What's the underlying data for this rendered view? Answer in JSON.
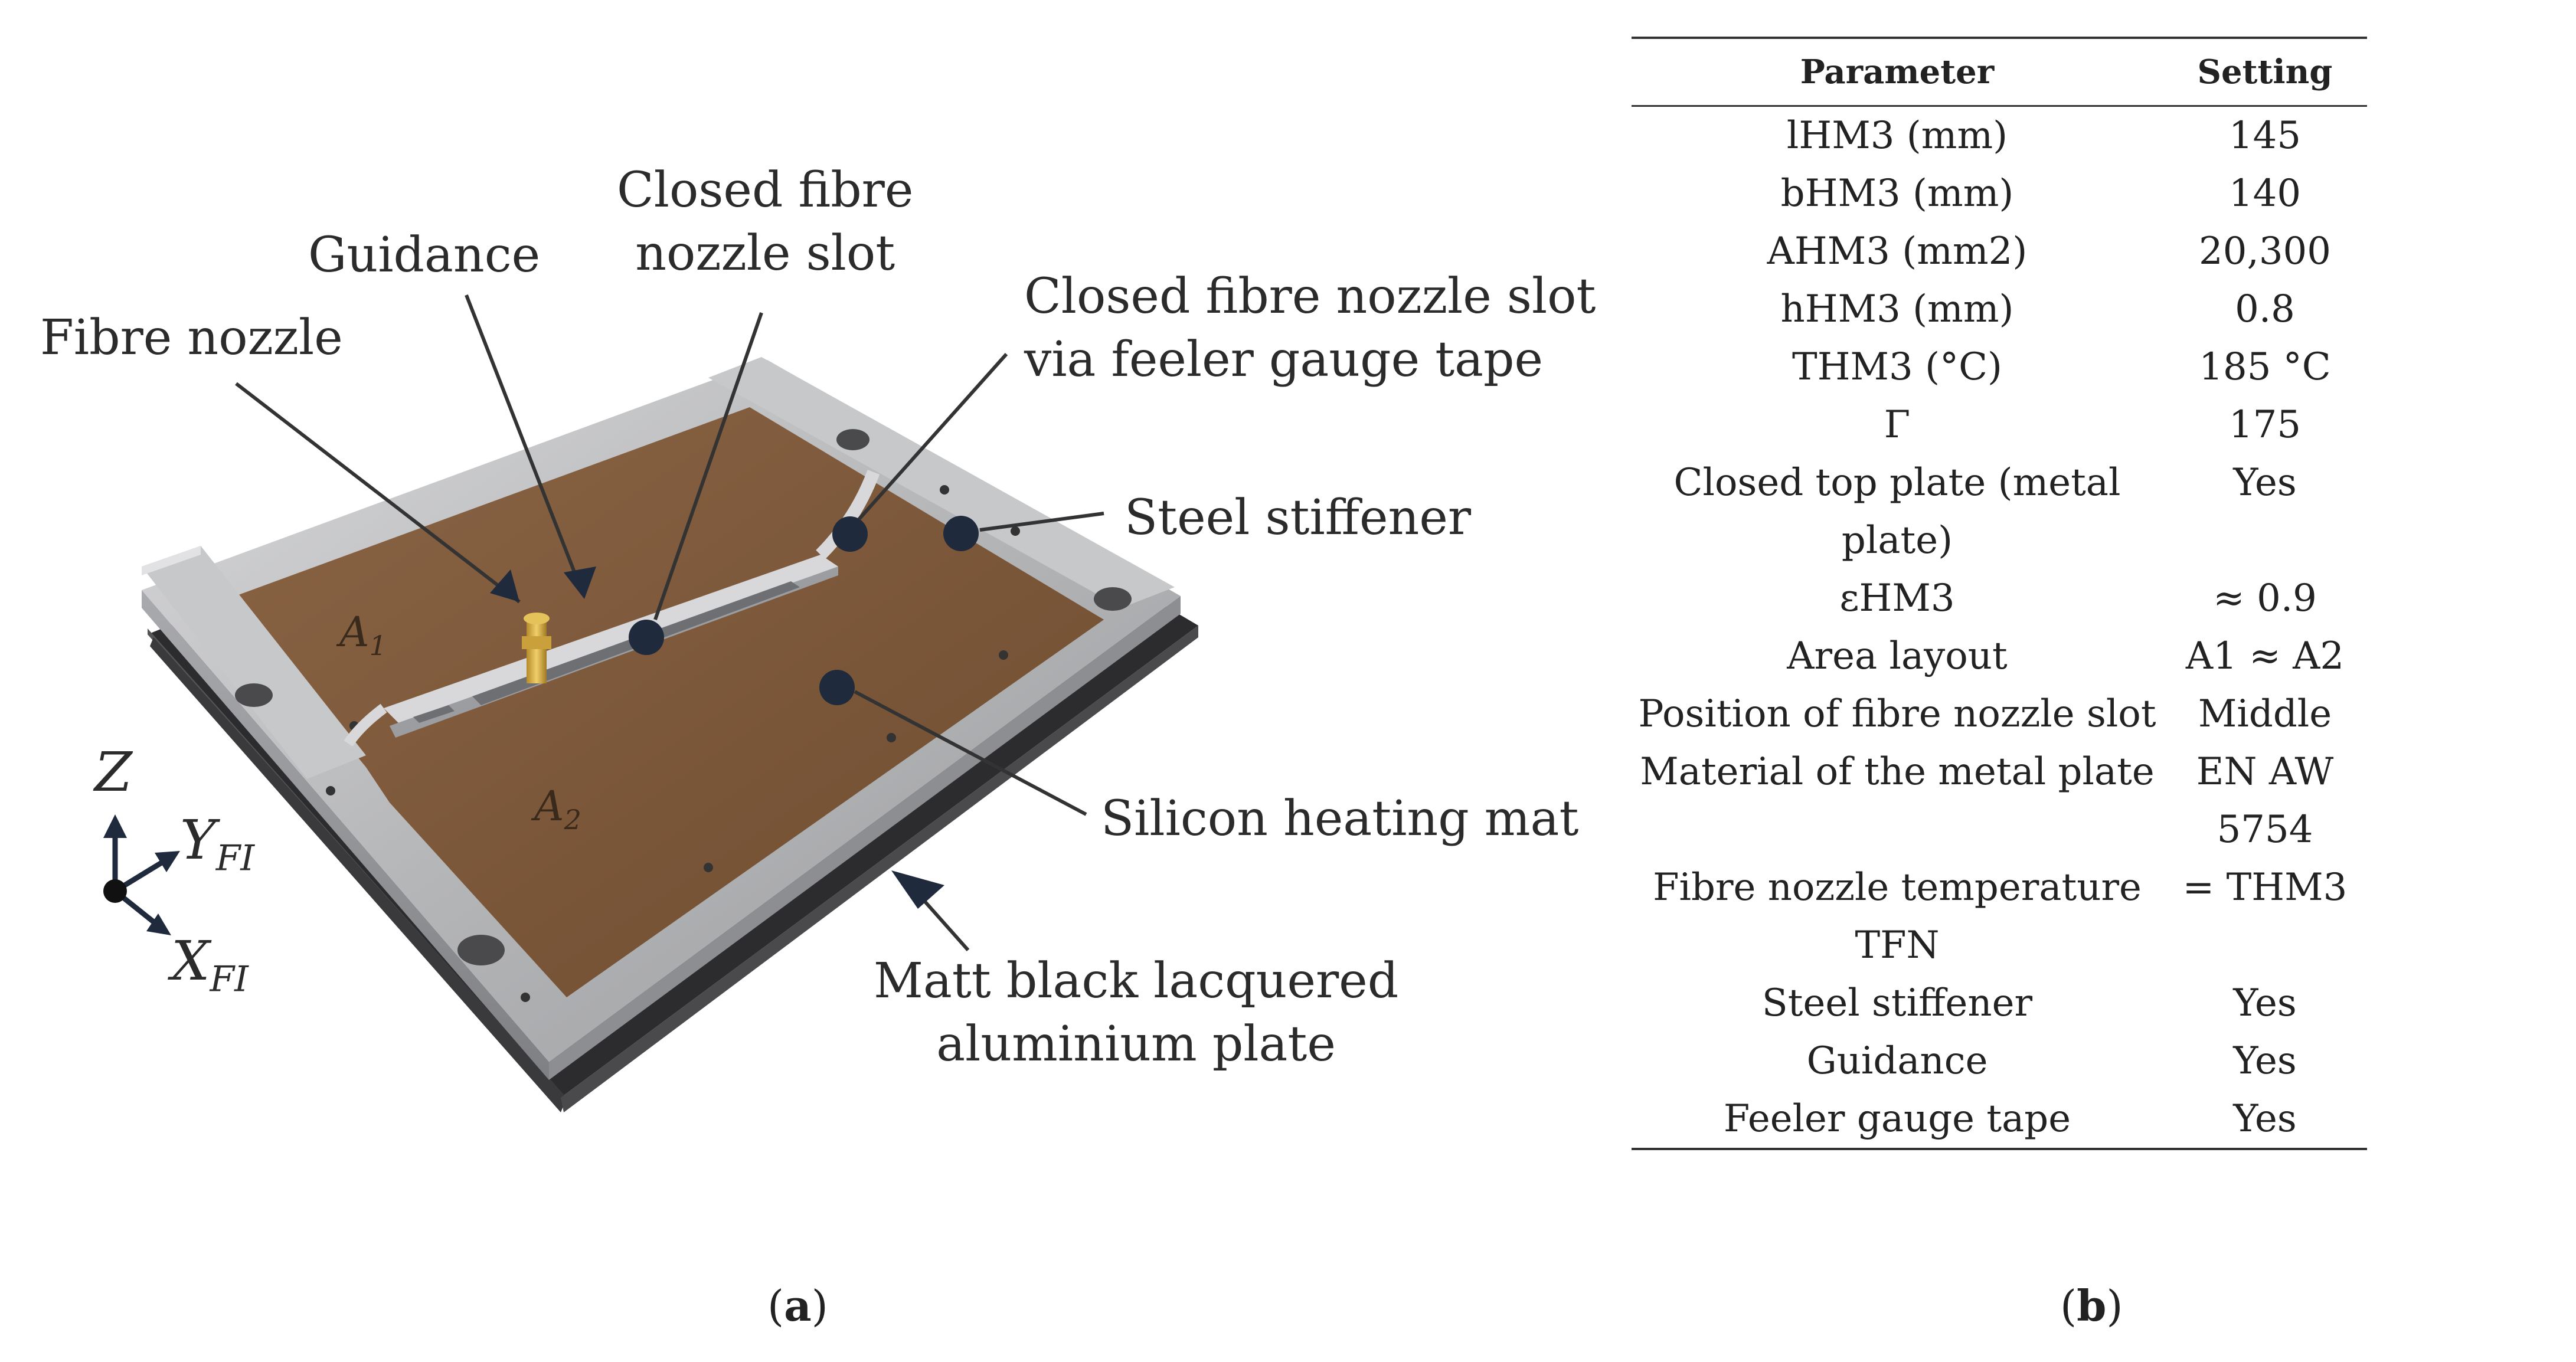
{
  "panel_a": {
    "labels": {
      "closed_fibre_nozzle_slot": [
        "Closed fibre",
        "nozzle slot"
      ],
      "guidance": "Guidance",
      "fibre_nozzle": "Fibre nozzle",
      "closed_slot_feeler_gauge": [
        "Closed fibre nozzle slot",
        "via feeler gauge tape"
      ],
      "steel_stiffener": "Steel stiffener",
      "silicon_heating_mat": "Silicon heating mat",
      "aluminium_plate": [
        "Matt black lacquered",
        "aluminium plate"
      ]
    },
    "areas": {
      "a1": {
        "base": "A",
        "sub": "1"
      },
      "a2": {
        "base": "A",
        "sub": "2"
      }
    },
    "axes": {
      "z": "Z",
      "y": {
        "base": "Y",
        "sub": "FI"
      },
      "x": {
        "base": "X",
        "sub": "FI"
      }
    }
  },
  "panel_b": {
    "header": {
      "parameter": "Parameter",
      "setting": "Setting"
    },
    "rows": [
      {
        "parameter": "lHM3 (mm)",
        "setting": "145"
      },
      {
        "parameter": "bHM3 (mm)",
        "setting": "140"
      },
      {
        "parameter": "AHM3 (mm2)",
        "setting": "20,300"
      },
      {
        "parameter": "hHM3 (mm)",
        "setting": "0.8"
      },
      {
        "parameter": "THM3 (°C)",
        "setting": "185 °C"
      },
      {
        "parameter": "Γ",
        "setting": "175"
      },
      {
        "parameter": "Closed top plate (metal plate)",
        "setting": "Yes"
      },
      {
        "parameter": "εHM3",
        "setting": "≈ 0.9"
      },
      {
        "parameter": "Area layout",
        "setting": "A1 ≈ A2"
      },
      {
        "parameter": "Position of fibre nozzle slot",
        "setting": "Middle"
      },
      {
        "parameter": "Material of the metal plate",
        "setting": "EN AW 5754"
      },
      {
        "parameter": "Fibre nozzle temperature TFN",
        "setting": "= THM3"
      },
      {
        "parameter": "Steel stiffener",
        "setting": "Yes"
      },
      {
        "parameter": "Guidance",
        "setting": "Yes"
      },
      {
        "parameter": "Feeler gauge tape",
        "setting": "Yes"
      }
    ]
  },
  "captions": {
    "a": "a",
    "b": "b"
  },
  "colors": {
    "heating_mat": "#7a5538",
    "aluminium": "#b9b9bb",
    "marker": "#1f2a3c"
  }
}
